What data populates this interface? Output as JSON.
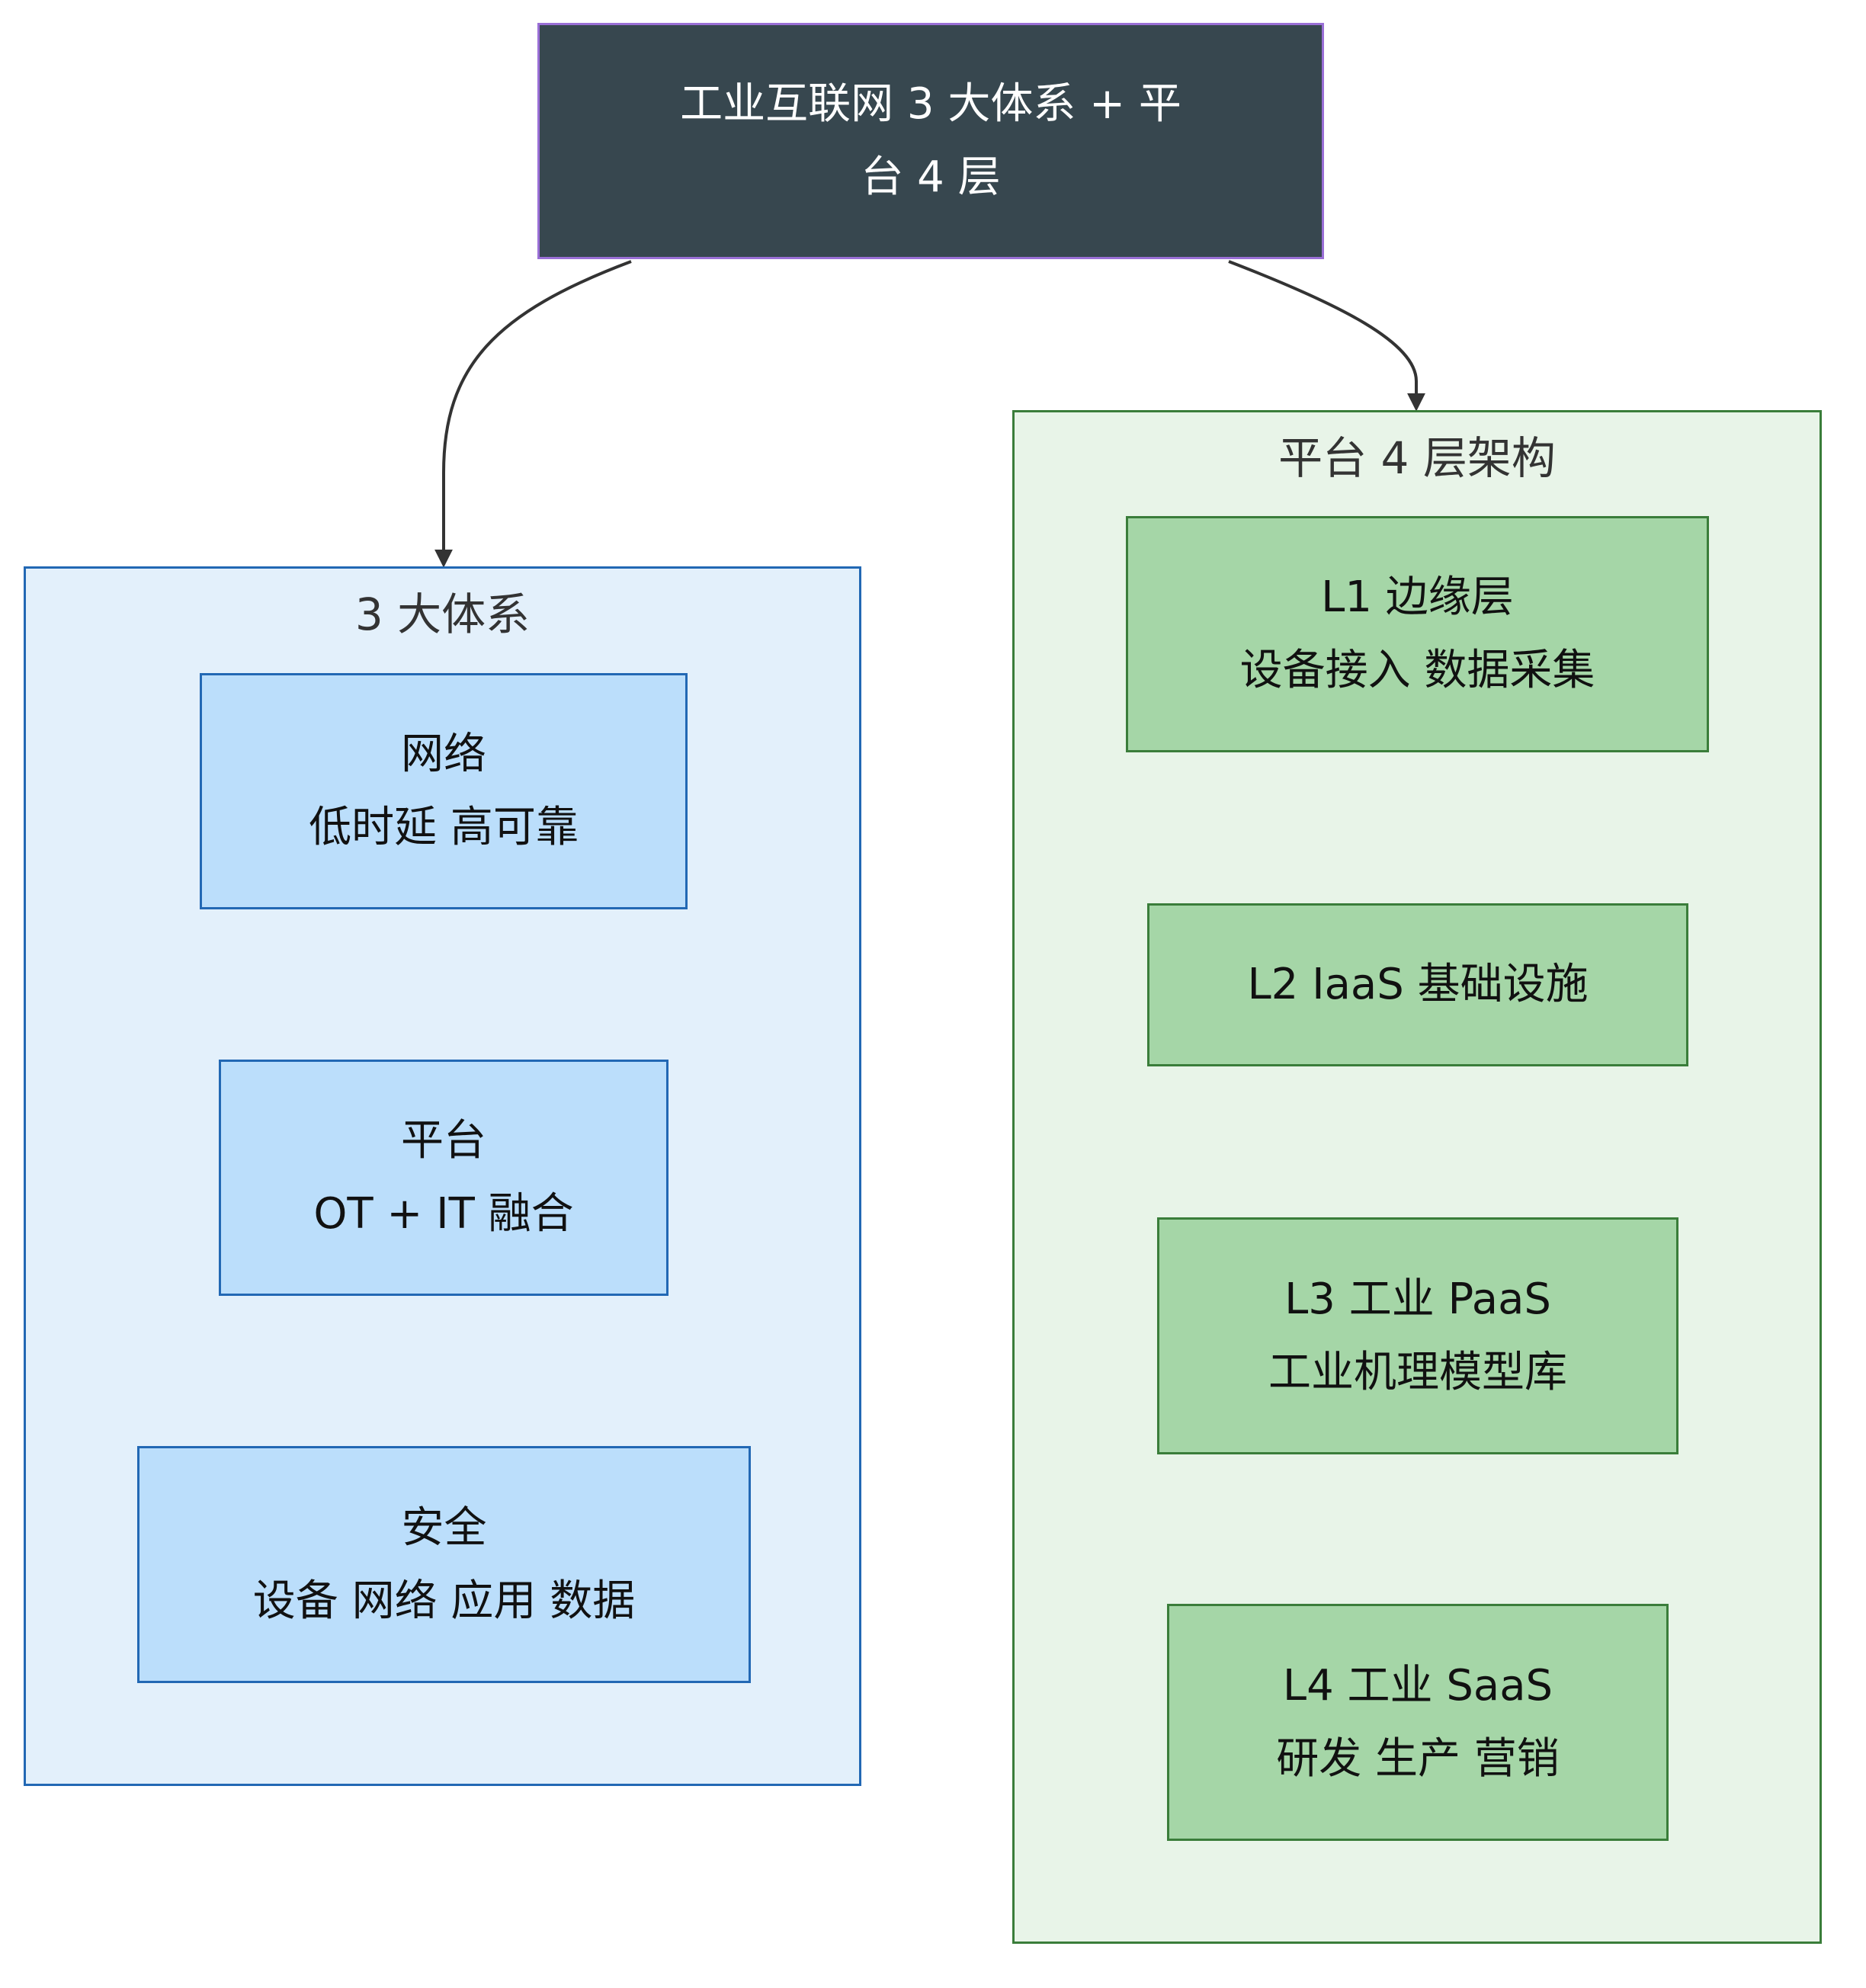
{
  "root": {
    "line1": "工业互联网 3 大体系 + 平",
    "line2": "台 4 层"
  },
  "groups": {
    "left": {
      "title": "3 大体系",
      "nodes": [
        {
          "title": "网络",
          "desc": "低时延 高可靠"
        },
        {
          "title": "平台",
          "desc": "OT + IT 融合"
        },
        {
          "title": "安全",
          "desc": "设备 网络 应用 数据"
        }
      ]
    },
    "right": {
      "title": "平台 4 层架构",
      "nodes": [
        {
          "title": "L1 边缘层",
          "desc": "设备接入 数据采集"
        },
        {
          "title": "L2 IaaS 基础设施",
          "desc": ""
        },
        {
          "title": "L3 工业 PaaS",
          "desc": "工业机理模型库"
        },
        {
          "title": "L4 工业 SaaS",
          "desc": "研发 生产 营销"
        }
      ]
    }
  },
  "colors": {
    "root_fill": "#37474f",
    "root_border": "#9a6fd6",
    "left_group_fill": "#e3f0fb",
    "left_group_border": "#2268b4",
    "left_node_fill": "#bbdefb",
    "right_group_fill": "#e8f4e8",
    "right_group_border": "#3a7d3a",
    "right_node_fill": "#a5d6a7",
    "edge": "#333333"
  }
}
